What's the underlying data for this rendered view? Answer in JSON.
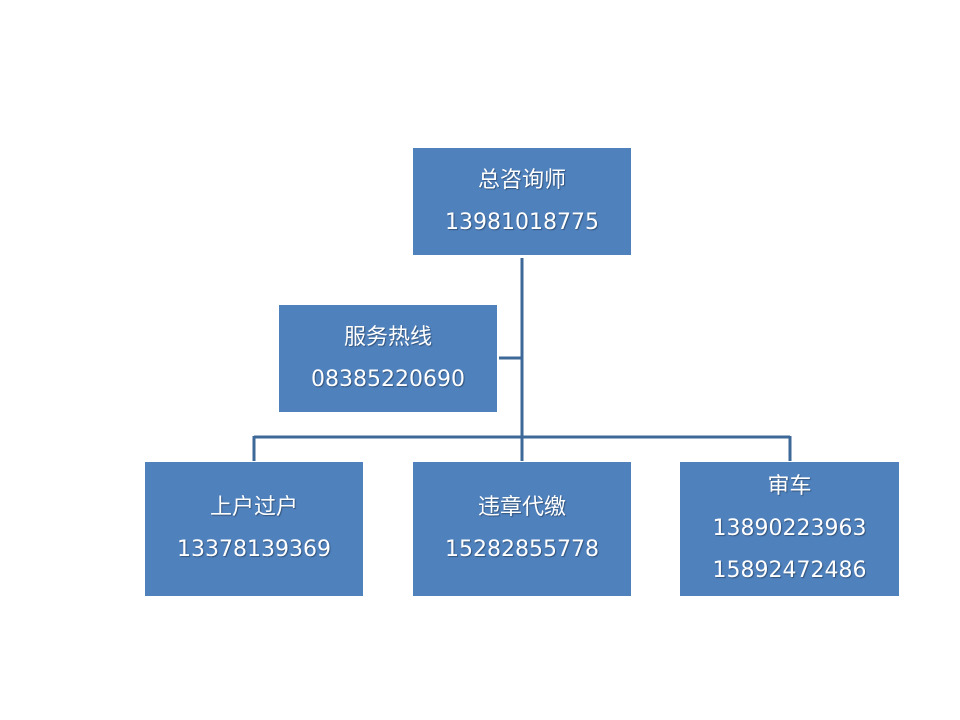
{
  "colors": {
    "node_fill": "#4f81bd",
    "connector": "#3d6898",
    "text": "#ffffff"
  },
  "org_chart": {
    "root": {
      "title": "总咨询师",
      "phone": "13981018775"
    },
    "assistant": {
      "title": "服务热线",
      "phone": "08385220690"
    },
    "children": [
      {
        "title": "上户过户",
        "phones": [
          "13378139369"
        ]
      },
      {
        "title": "违章代缴",
        "phones": [
          "15282855778"
        ]
      },
      {
        "title": "审车",
        "phones": [
          "13890223963",
          "15892472486"
        ]
      }
    ]
  }
}
